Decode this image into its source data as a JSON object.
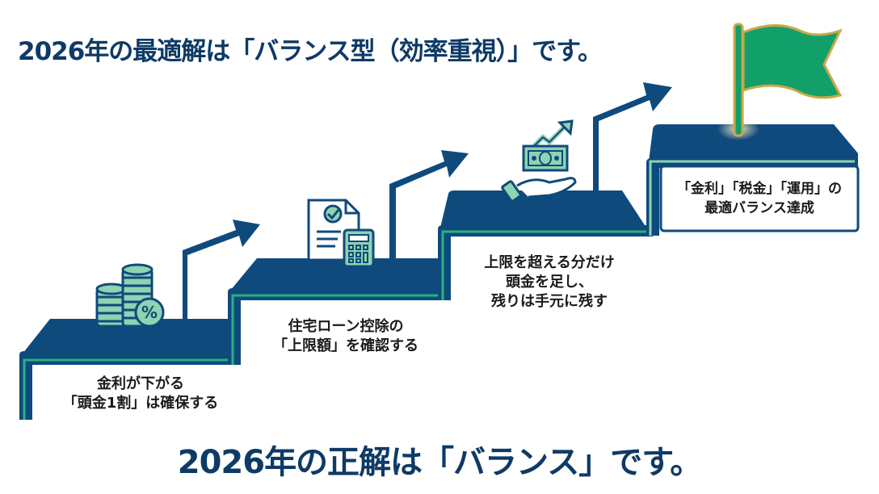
{
  "header": {
    "title": "2026年の最適解は「バランス型（効率重視）」です。"
  },
  "steps": [
    {
      "icon": "coins-percent-icon",
      "lines": [
        "金利が下がる",
        "「頭金1割」は確保する"
      ]
    },
    {
      "icon": "document-calculator-icon",
      "lines": [
        "住宅ローン控除の",
        "「上限額」を確認する"
      ]
    },
    {
      "icon": "money-hand-growth-icon",
      "lines": [
        "上限を超える分だけ",
        "頭金を足し、",
        "残りは手元に残す"
      ]
    },
    {
      "icon": "goal-flag-icon",
      "lines": [
        "「金利」「税金」「運用」の",
        "最適バランス達成"
      ]
    }
  ],
  "footer": {
    "conclusion": "2026年の正解は「バランス」です。"
  },
  "colors": {
    "navy": "#0f4a7d",
    "green_line": "#2bb07f",
    "flag_green": "#12a06a",
    "icon_green": "#8fd3b0",
    "gold": "#c9a84a",
    "title_text": "#0e3a66"
  }
}
